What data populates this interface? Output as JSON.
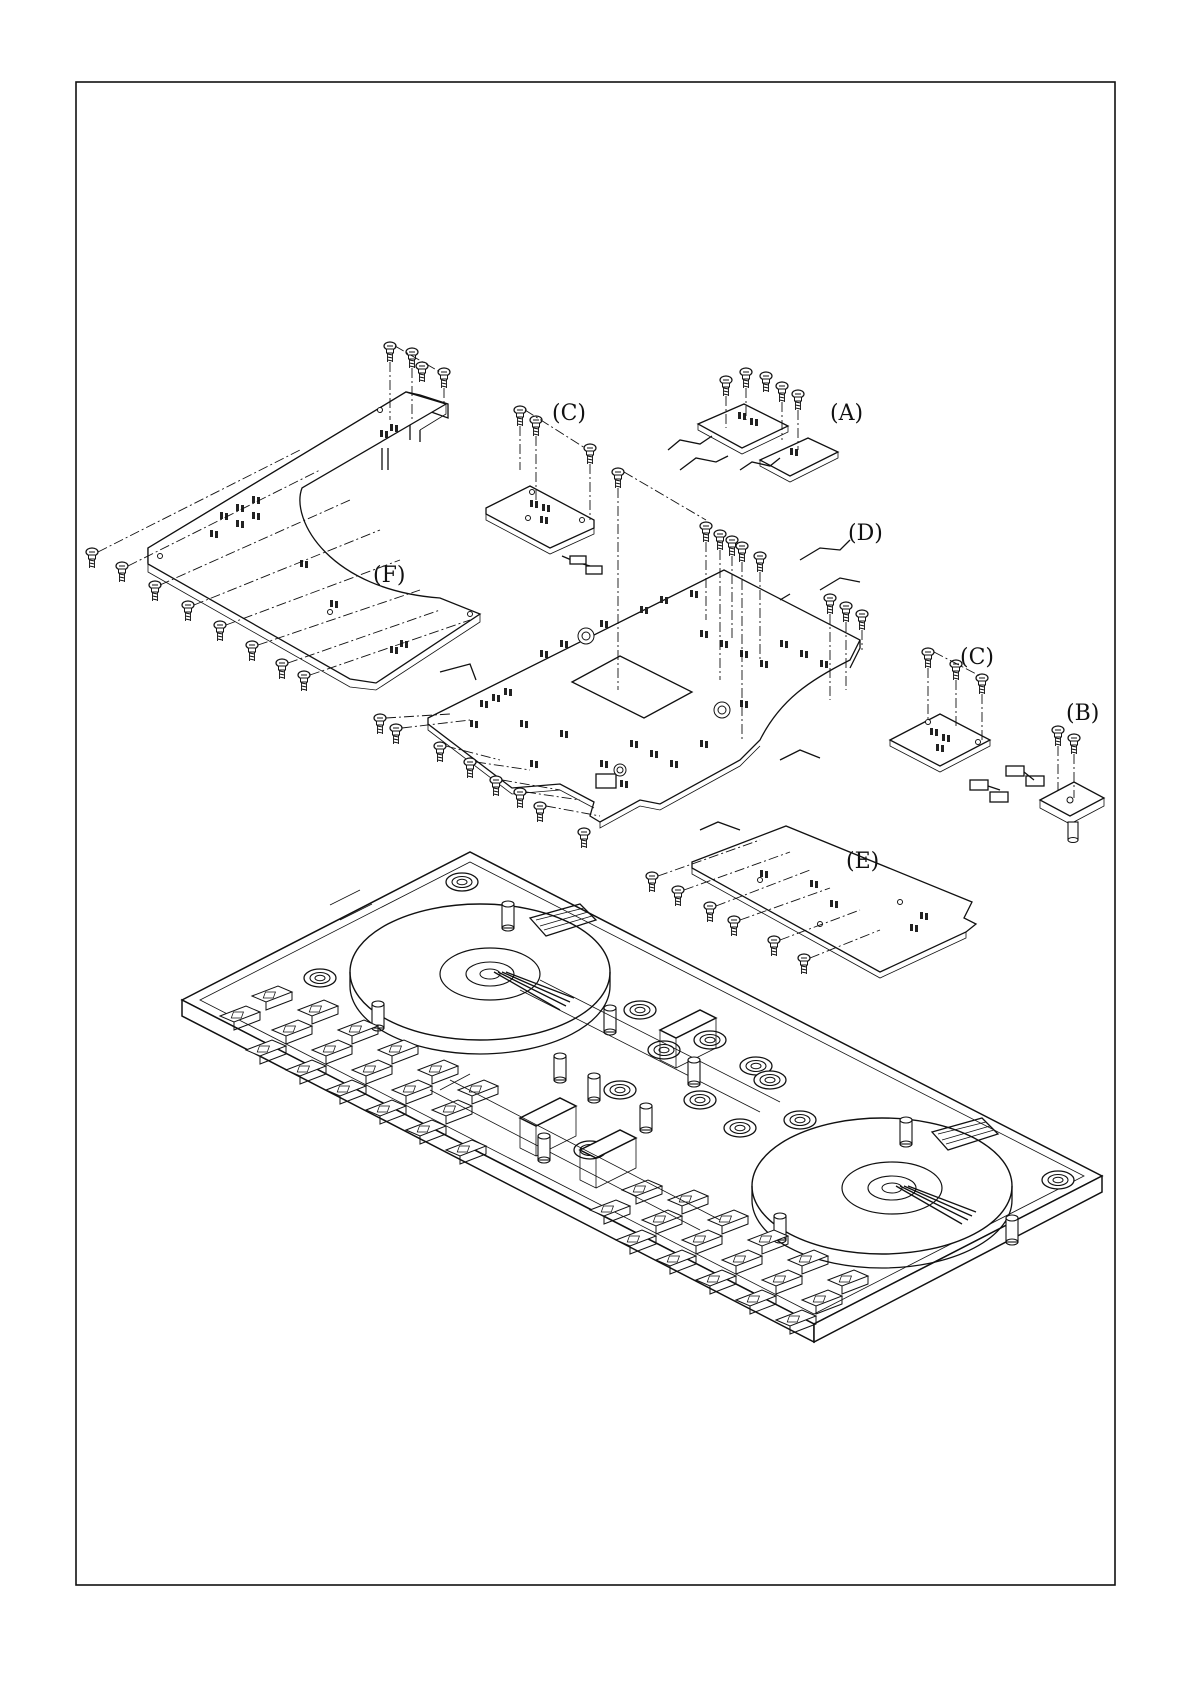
{
  "diagram": {
    "callouts": {
      "A": "(A)",
      "B": "(B)",
      "C_top": "(C)",
      "C_right": "(C)",
      "D": "(D)",
      "E": "(E)",
      "F": "(F)"
    }
  }
}
